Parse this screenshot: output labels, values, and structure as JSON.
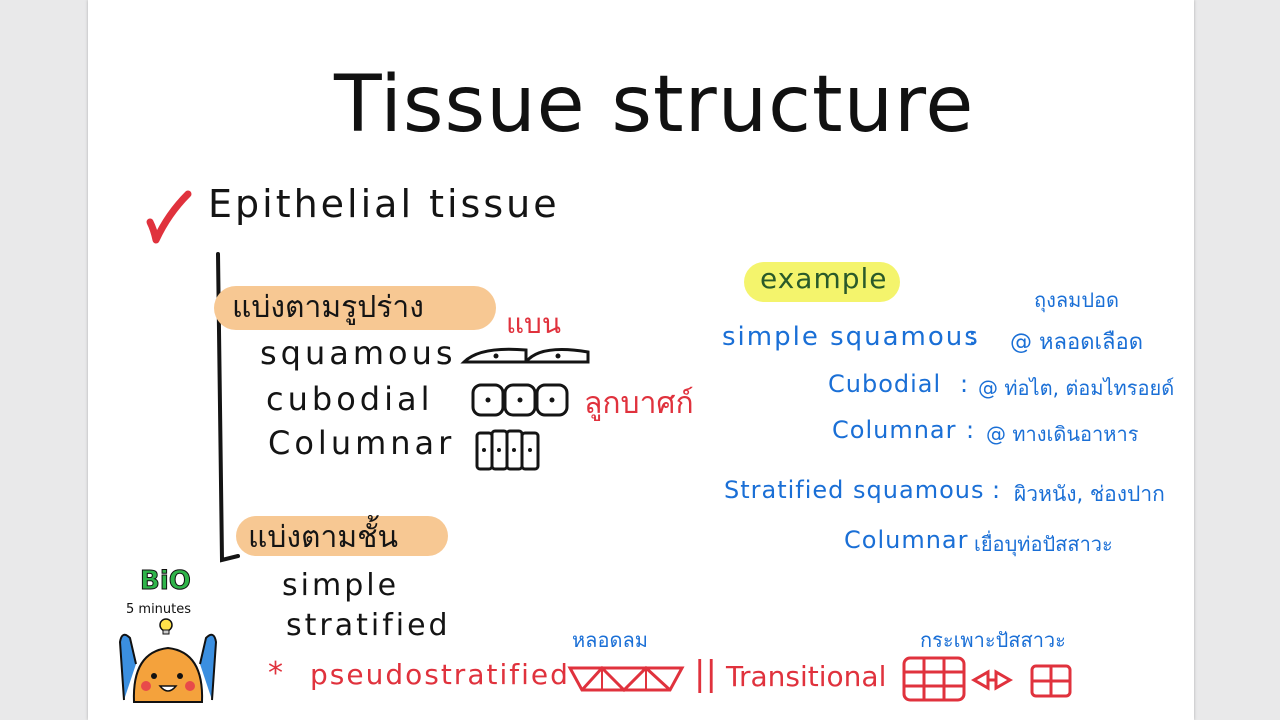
{
  "slide": {
    "title": "Tissue structure",
    "heading": "Epithelial tissue",
    "by_shape": {
      "label": "แบ่งตามรูปร่าง",
      "items": [
        "squamous",
        "cubodial",
        "Columnar"
      ],
      "note_flat": "แบน",
      "note_dice": "ลูกบาศก์"
    },
    "by_layer": {
      "label": "แบ่งตามชั้น",
      "items": [
        "simple",
        "stratified"
      ]
    },
    "pseudo": {
      "star": "*",
      "label": "pseudostratified",
      "note": "หลอดลม",
      "separator": "||",
      "transitional": "Transitional",
      "transitional_note": "กระเพาะปัสสาวะ"
    },
    "example": {
      "label": "example",
      "top_note": "ถุงลมปอด",
      "rows": [
        {
          "name": "simple squamous",
          "sep": ":",
          "value": "@ หลอดเลือด"
        },
        {
          "name": "Cubodial",
          "sep": ":",
          "value": "@ ท่อไต, ต่อมไทรอยด์"
        },
        {
          "name": "Columnar",
          "sep": ":",
          "value": "@ ทางเดินอาหาร"
        },
        {
          "name": "Stratified squamous",
          "sep": ":",
          "value": "ผิวหนัง, ช่องปาก"
        },
        {
          "name": "Columnar",
          "sep": "",
          "value": "เยื่อบุท่อปัสสาวะ"
        }
      ]
    },
    "logo": {
      "line1": "BiO",
      "line2": "5 minutes"
    }
  },
  "colors": {
    "ink": "#141414",
    "blue": "#1a6fd6",
    "red": "#e0323d",
    "orange_highlight": "#f7c893",
    "yellow_highlight": "#f4f46c"
  }
}
